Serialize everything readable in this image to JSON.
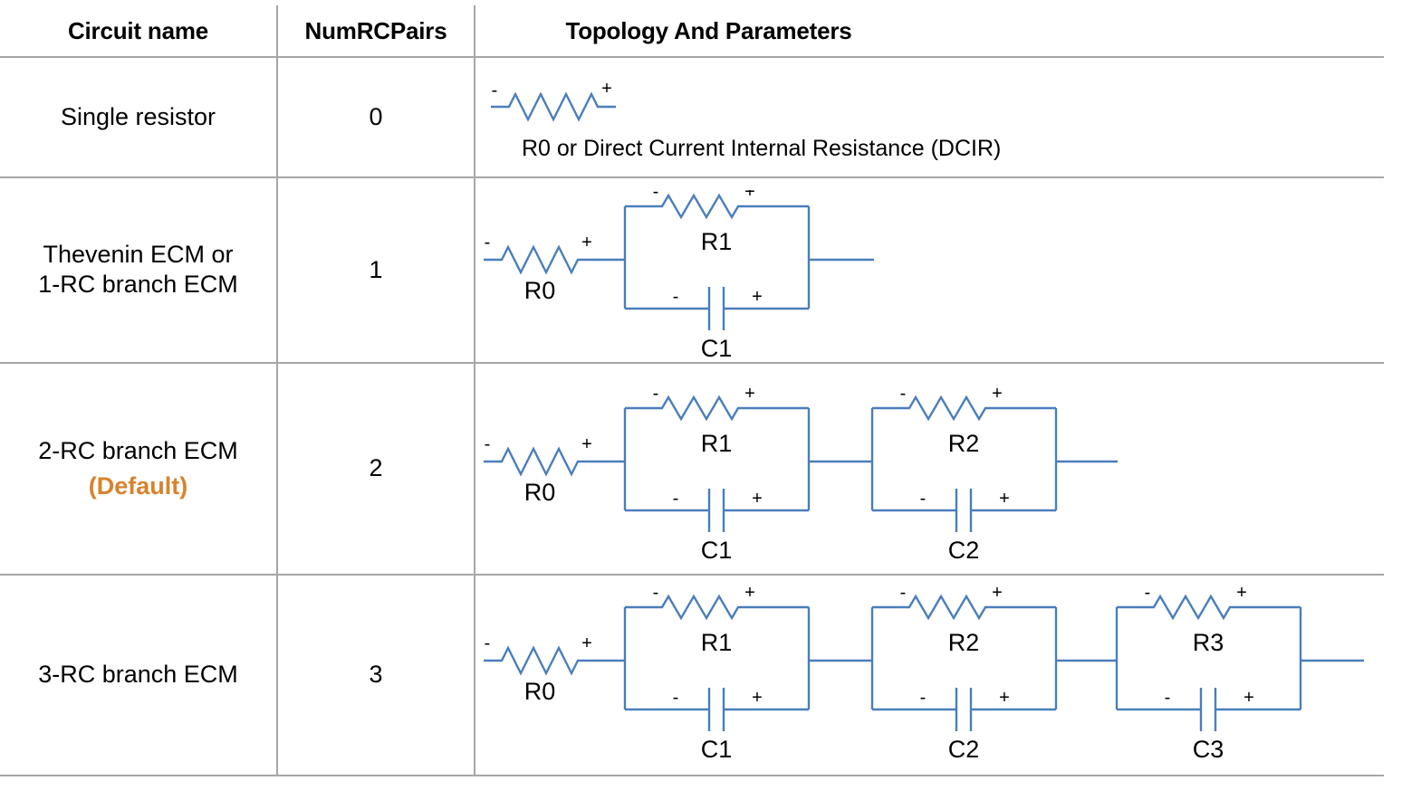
{
  "table": {
    "headers": [
      {
        "label": "Circuit name"
      },
      {
        "label": "NumRCPairs"
      },
      {
        "label": "Topology And Parameters"
      }
    ],
    "rows": [
      {
        "circuit_name": "Single resistor",
        "circuit_name_line2": "",
        "default_tag": "",
        "num_rc_pairs": "0",
        "caption": "R0 or   Direct Current Internal Resistance (DCIR)",
        "series_resistor_label": "",
        "rc_branches": []
      },
      {
        "circuit_name": "Thevenin ECM or",
        "circuit_name_line2": "1-RC branch ECM",
        "default_tag": "",
        "num_rc_pairs": "1",
        "caption": "",
        "series_resistor_label": "R0",
        "rc_branches": [
          {
            "resistor_label": "R1",
            "capacitor_label": "C1"
          }
        ]
      },
      {
        "circuit_name": "2-RC branch ECM",
        "circuit_name_line2": "",
        "default_tag": "(Default)",
        "num_rc_pairs": "2",
        "caption": "",
        "series_resistor_label": "R0",
        "rc_branches": [
          {
            "resistor_label": "R1",
            "capacitor_label": "C1"
          },
          {
            "resistor_label": "R2",
            "capacitor_label": "C2"
          }
        ]
      },
      {
        "circuit_name": "3-RC branch ECM",
        "circuit_name_line2": "",
        "default_tag": "",
        "num_rc_pairs": "3",
        "caption": "",
        "series_resistor_label": "R0",
        "rc_branches": [
          {
            "resistor_label": "R1",
            "capacitor_label": "C1"
          },
          {
            "resistor_label": "R2",
            "capacitor_label": "C2"
          },
          {
            "resistor_label": "R3",
            "capacitor_label": "C3"
          }
        ]
      }
    ]
  },
  "symbols": {
    "minus_sign": "-",
    "plus_sign": "+"
  },
  "colors": {
    "wire_blue": "#4a7ebb",
    "default_orange": "#d9822b",
    "rule_gray": "#a6a6a6",
    "text_black": "#000000"
  }
}
